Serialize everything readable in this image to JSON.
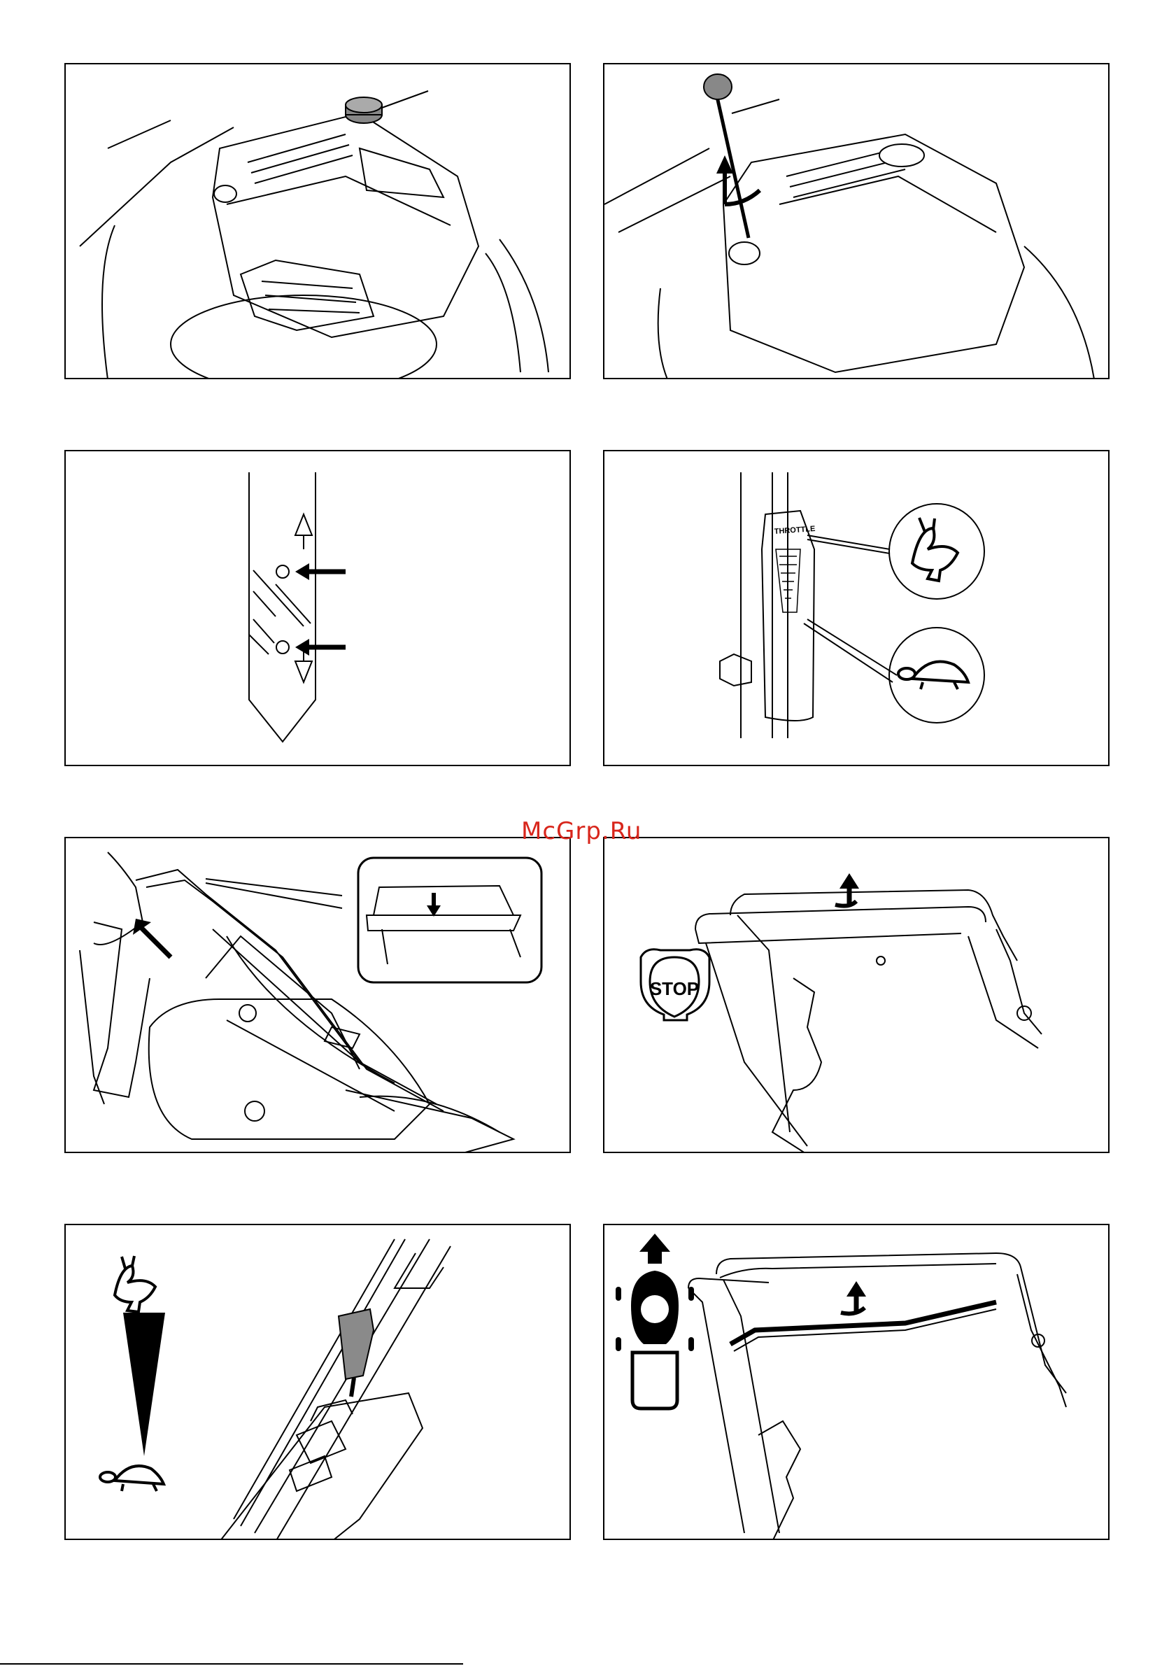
{
  "document": {
    "watermark": "McGrp.Ru",
    "throttle_label": "THROTTLE",
    "stop_label": "STOP"
  },
  "panels": [
    {
      "id": "fuel-cap-engine",
      "icon": "engine-fuel-cap"
    },
    {
      "id": "oil-dipstick-removal",
      "icon": "dipstick"
    },
    {
      "id": "dipstick-level-marks",
      "icon": "dipstick-marks"
    },
    {
      "id": "throttle-lever",
      "icon": "throttle-rabbit-turtle"
    },
    {
      "id": "operator-grip-handle",
      "icon": "operator-handle"
    },
    {
      "id": "stop-bail-release",
      "icon": "stop-sign"
    },
    {
      "id": "speed-control",
      "icon": "rabbit-turtle-speed"
    },
    {
      "id": "drive-engage",
      "icon": "drive-forward"
    }
  ],
  "colors": {
    "line": "#000000",
    "watermark": "#d8261c",
    "knob": "#8a8a8a"
  }
}
